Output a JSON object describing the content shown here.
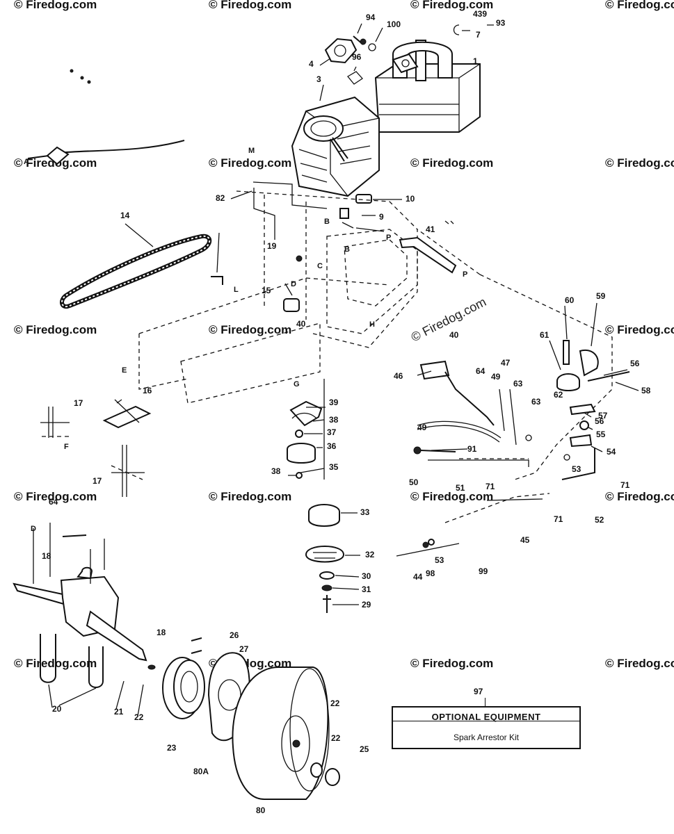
{
  "watermark": "© Firedog.com",
  "optional_equipment": {
    "ref": "97",
    "title": "OPTIONAL EQUIPMENT",
    "item": "Spark Arrestor Kit"
  },
  "part_labels": [
    "1",
    "3",
    "4",
    "7",
    "9",
    "10",
    "14",
    "15",
    "16",
    "17",
    "17",
    "18",
    "18",
    "19",
    "20",
    "21",
    "22",
    "22",
    "22",
    "23",
    "25",
    "26",
    "27",
    "29",
    "30",
    "31",
    "32",
    "33",
    "35",
    "36",
    "37",
    "38",
    "38",
    "39",
    "40",
    "40",
    "41",
    "44",
    "45",
    "46",
    "47",
    "49",
    "49",
    "50",
    "51",
    "52",
    "53",
    "53",
    "54",
    "55",
    "56",
    "56",
    "57",
    "58",
    "59",
    "60",
    "61",
    "62",
    "63",
    "63",
    "64",
    "64",
    "71",
    "71",
    "71",
    "80",
    "80A",
    "82",
    "91",
    "93",
    "94",
    "96",
    "98",
    "99",
    "100",
    "439"
  ],
  "letter_labels": [
    "A",
    "B",
    "B",
    "C",
    "D",
    "D",
    "E",
    "F",
    "G",
    "H",
    "L",
    "M",
    "P",
    "P"
  ]
}
